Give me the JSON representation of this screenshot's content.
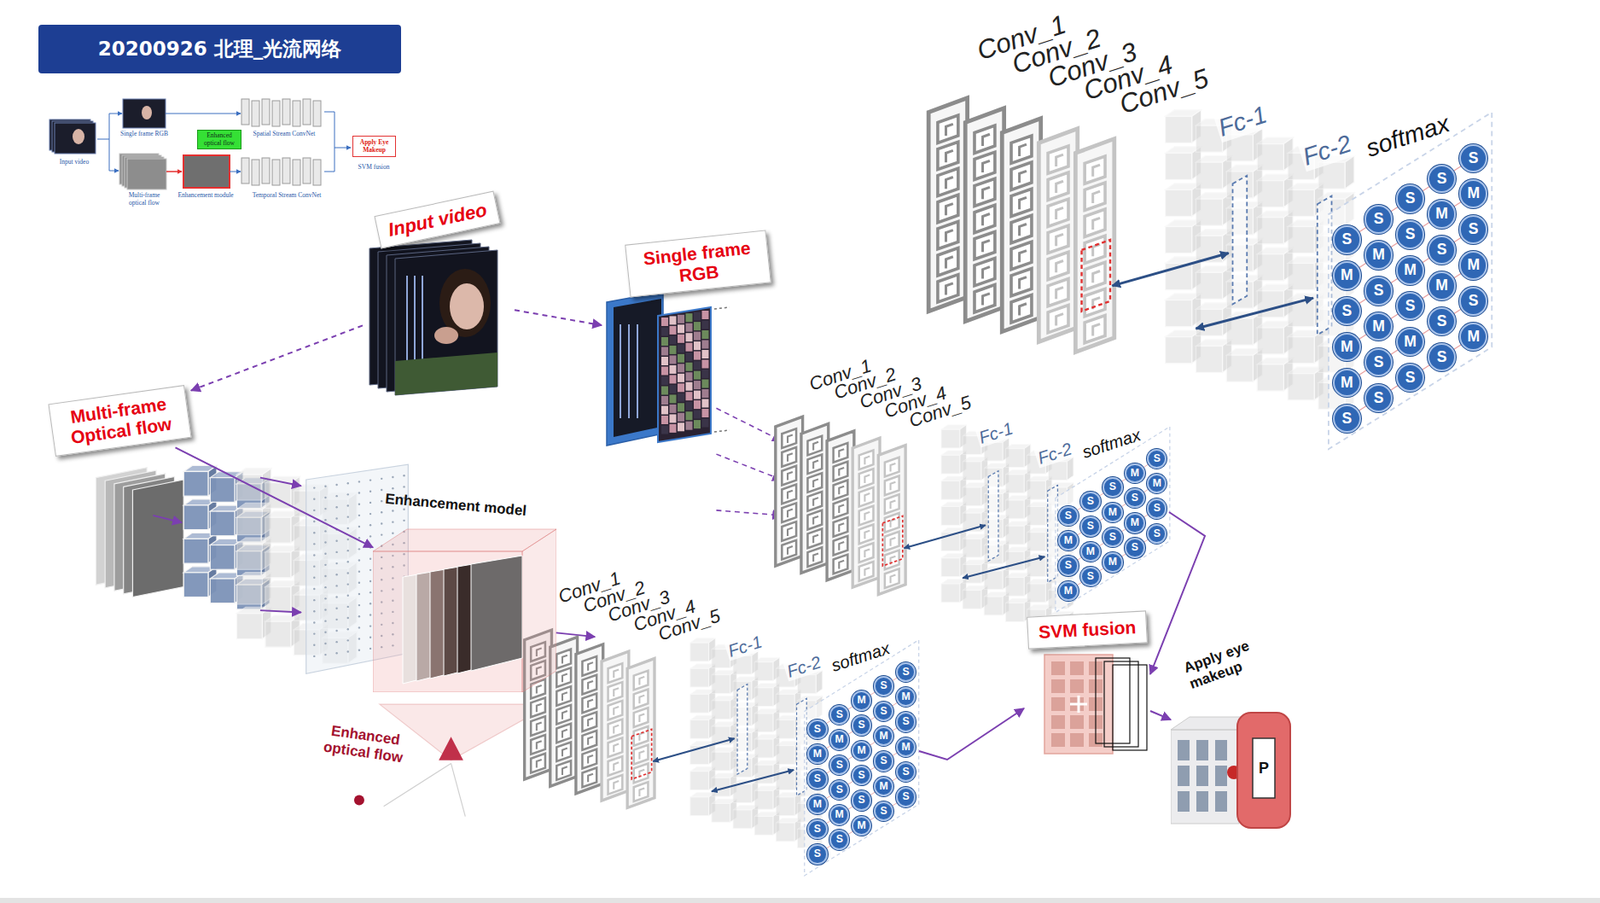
{
  "diagram": {
    "title": "20200926 北理_光流网络",
    "nodes": [
      {
        "text": [
          "Enhanced optical flow"
        ]
      },
      {
        "text": [
          "Apply Eye Makeup"
        ]
      },
      {
        "text": [
          "Input video"
        ]
      },
      {
        "text": [
          "Single frame RGB"
        ]
      },
      {
        "text": [
          "Multi-frame Optical flow"
        ]
      },
      {
        "text": [
          "Enhancement model"
        ]
      },
      {
        "text": [
          "SVM fusion"
        ]
      },
      {
        "text": [
          "Apply eye makeup"
        ]
      }
    ],
    "edges": [
      {
        "from": 2,
        "to": 3,
        "arrow": "to"
      },
      {
        "from": 2,
        "to": 4,
        "arrow": "to"
      },
      {
        "from": 4,
        "to": 5,
        "arrow": "to"
      },
      {
        "from": 6,
        "to": 7,
        "arrow": "to"
      }
    ],
    "labels": [
      "Input video",
      "Single frame RGB",
      "Spatial Stream ConvNet",
      "Multi-frame optical flow",
      "Enhancement module",
      "Temporal Stream ConvNet",
      "SVM fusion",
      "Enhanced optical flow",
      "P",
      "Conv_1",
      "Conv_2",
      "Conv_3",
      "Conv_4",
      "Conv_5",
      "Fc-1",
      "Fc-2",
      "softmax",
      "S",
      "M",
      "S",
      "M",
      "M",
      "S",
      "S",
      "M",
      "S",
      "M",
      "S",
      "S",
      "S",
      "S",
      "M",
      "S",
      "M",
      "S",
      "S",
      "M",
      "S",
      "M",
      "S",
      "S",
      "S",
      "M",
      "S",
      "M",
      "S",
      "M",
      "Conv_1",
      "Conv_2",
      "Conv_3",
      "Conv_4",
      "Conv_5",
      "Fc-1",
      "Fc-2",
      "softmax",
      "S",
      "M",
      "S",
      "M",
      "S",
      "S",
      "M",
      "S",
      "S",
      "M",
      "S",
      "M",
      "M",
      "S",
      "M",
      "S",
      "S",
      "M",
      "S",
      "S",
      "Conv_1",
      "Conv_2",
      "Conv_3",
      "Conv_4",
      "Conv_5",
      "Fc-1",
      "Fc-2",
      "softmax",
      "S",
      "M",
      "S",
      "M",
      "S",
      "S",
      "S",
      "M",
      "S",
      "S",
      "M",
      "S",
      "M",
      "S",
      "M",
      "S",
      "S",
      "M",
      "S",
      "S",
      "M",
      "S",
      "M",
      "S",
      "S",
      "M",
      "S",
      "M",
      "S",
      "S"
    ]
  }
}
